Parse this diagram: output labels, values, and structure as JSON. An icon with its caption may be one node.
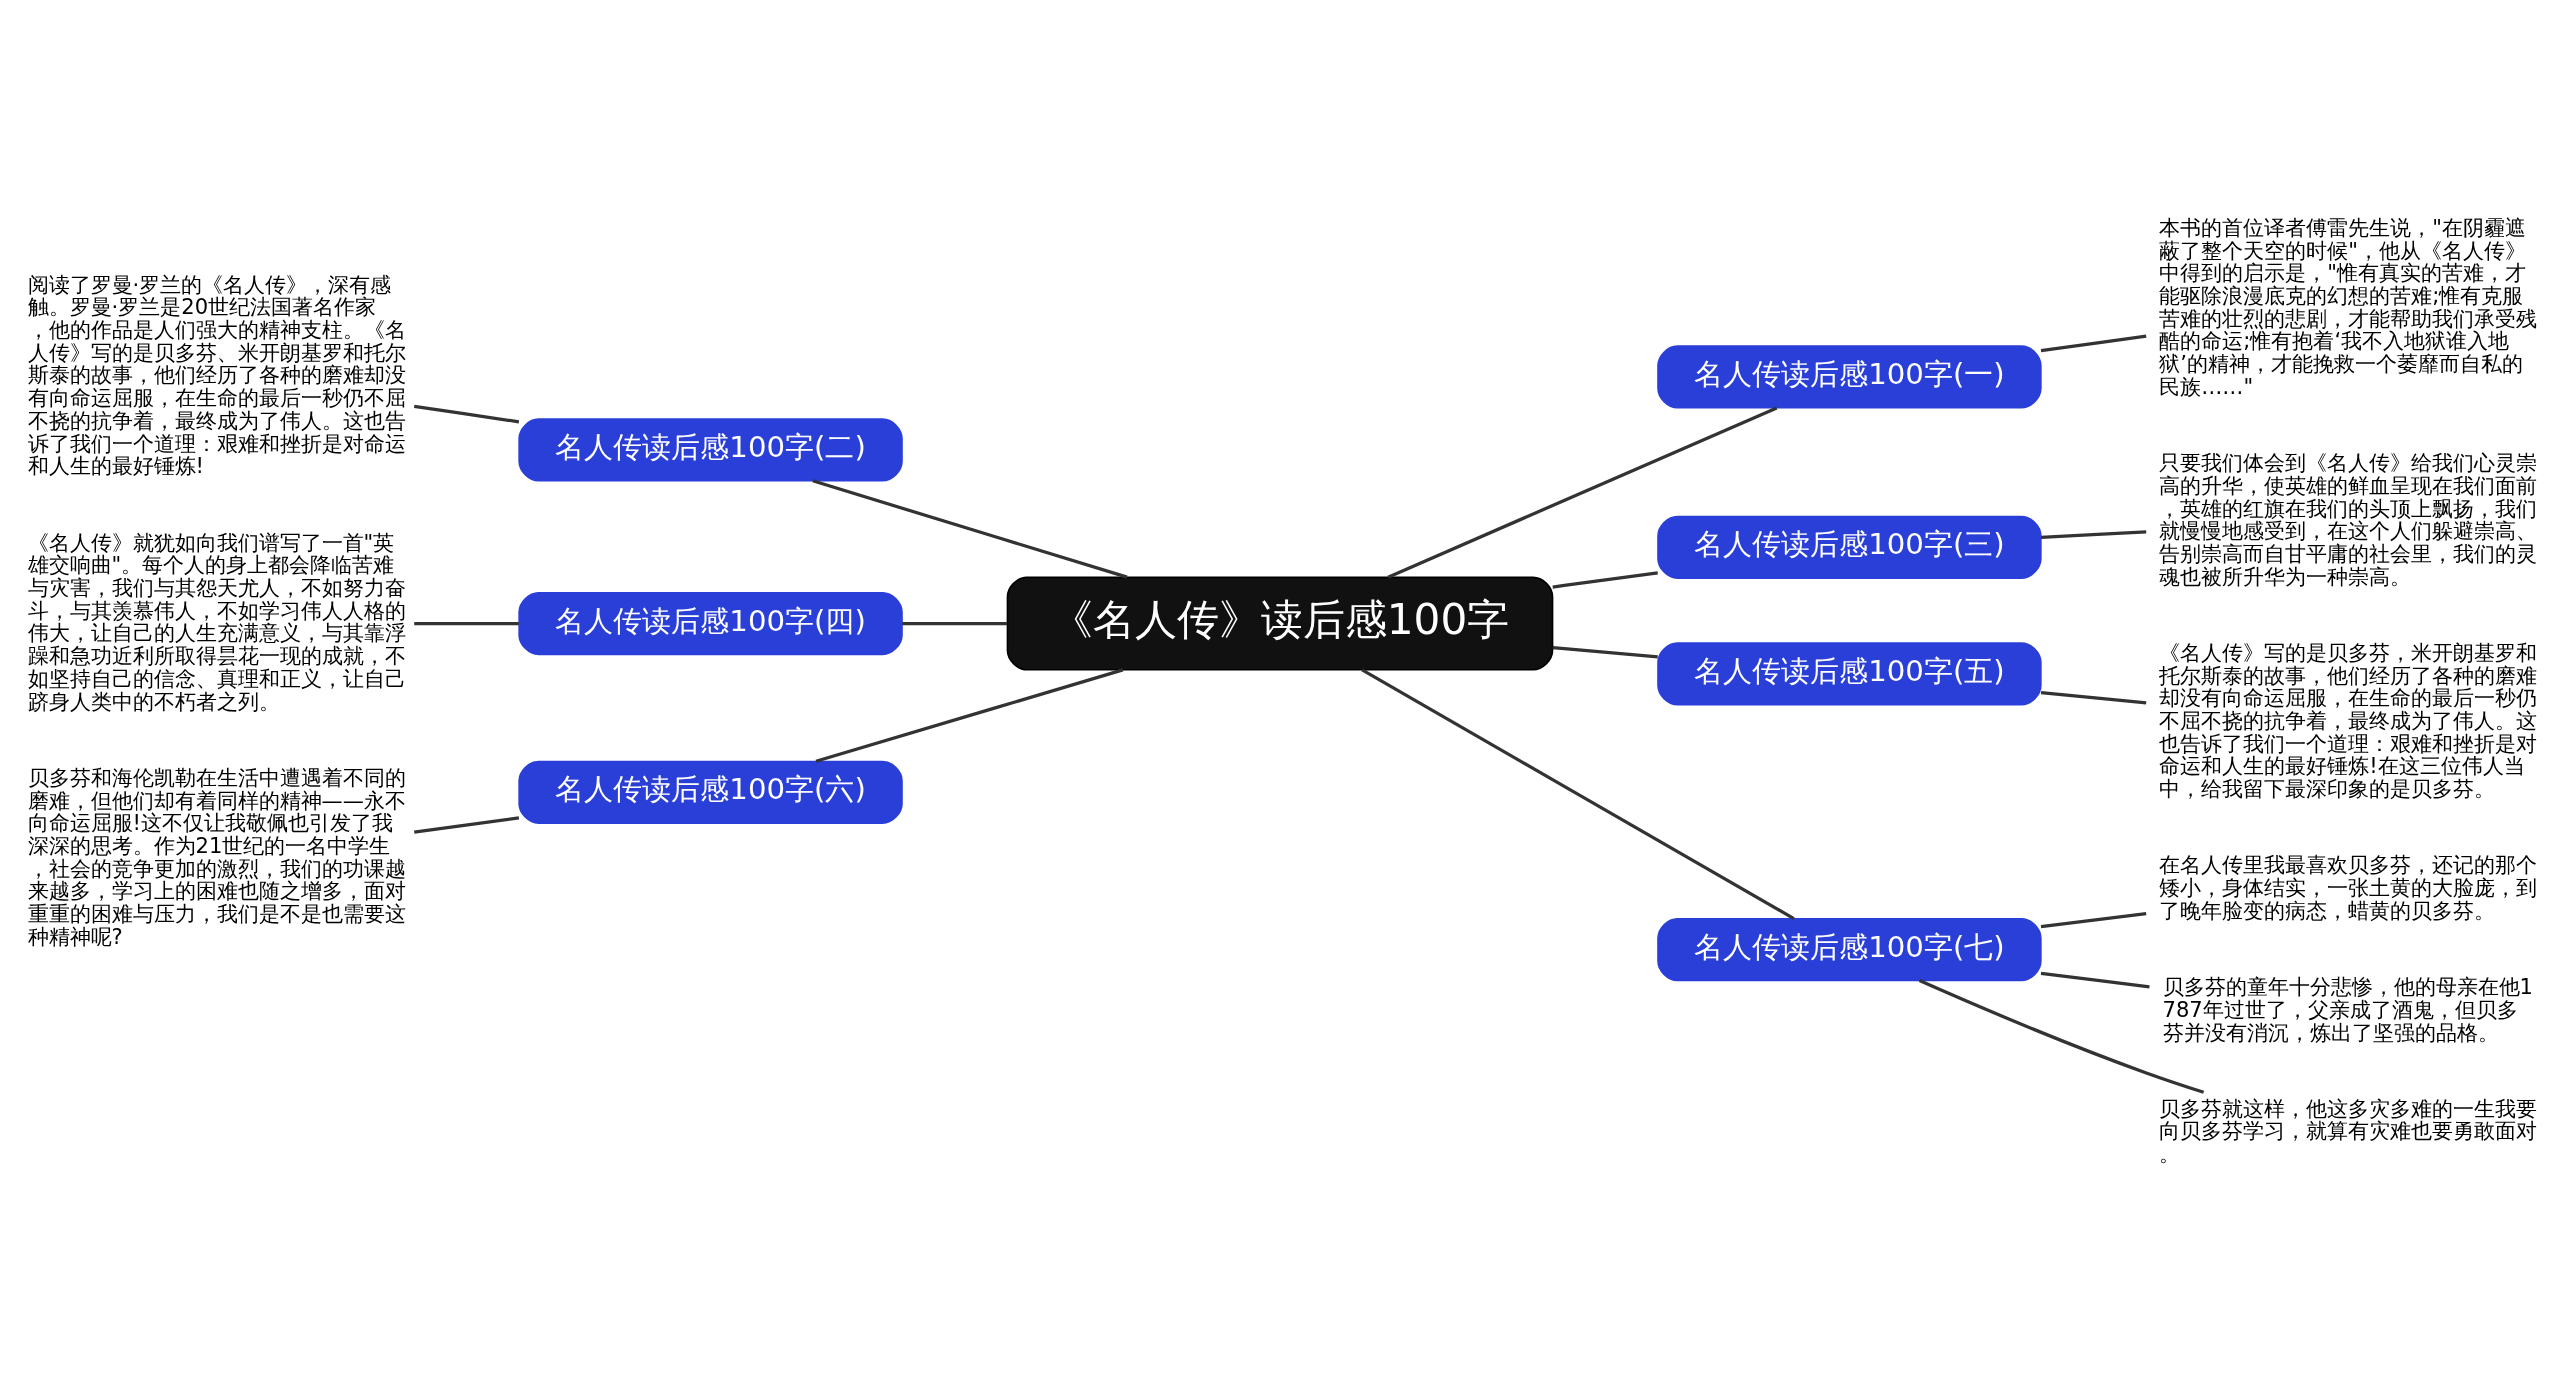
{
  "diagram": {
    "nodes": [
      {
        "text": [
          "《名人传》读后感100字"
        ]
      },
      {
        "text": [
          "名人传读后感100字(一)"
        ]
      },
      {
        "text": [
          "本书的首位译者傅雷先生说，\"在阴霾遮蔽了整个天空的时候\"，他从《名人传》中得到的启示是，\"惟有真实的苦难，才能驱除浪漫底克的幻想的苦难;惟有克服苦难的壮烈的悲剧，才能帮助我们承受残酷的命运;惟有抱着‘我不入地狱谁入地狱’的精神，才能挽救一个萎靡而自私的民族……\""
        ]
      },
      {
        "text": [
          "名人传读后感100字(二)"
        ]
      },
      {
        "text": [
          "阅读了罗曼·罗兰的《名人传》，深有感触。罗曼·罗兰是20世纪法国著名作家，他的作品是人们强大的精神支柱。《名人传》写的是贝多芬、米开朗基罗和托尔斯泰的故事，他们经历了各种的磨难却没有向命运屈服，在生命的最后一秒仍不屈不挠的抗争着，最终成为了伟人。这也告诉了我们一个道理：艰难和挫折是对命运和人生的最好锤炼!"
        ]
      },
      {
        "text": [
          "名人传读后感100字(三)"
        ]
      },
      {
        "text": [
          "只要我们体会到《名人传》给我们心灵崇高的升华，使英雄的鲜血呈现在我们面前，英雄的红旗在我们的头顶上飘扬，我们就慢慢地感受到，在这个人们躲避崇高、告别崇高而自甘平庸的社会里，我们的灵魂也被所升华为一种崇高。"
        ]
      },
      {
        "text": [
          "名人传读后感100字(四)"
        ]
      },
      {
        "text": [
          "《名人传》就犹如向我们谱写了一首\"英雄交响曲\"。每个人的身上都会降临苦难与灾害，我们与其怨天尤人，不如努力奋斗，与其羡慕伟人，不如学习伟人人格的伟大，让自己的人生充满意义，与其靠浮躁和急功近利所取得昙花一现的成就，不如坚持自己的信念、真理和正义，让自己跻身人类中的不朽者之列。"
        ]
      },
      {
        "text": [
          "名人传读后感100字(五)"
        ]
      },
      {
        "text": [
          "《名人传》写的是贝多芬，米开朗基罗和托尔斯泰的故事，他们经历了各种的磨难却没有向命运屈服，在生命的最后一秒仍不屈不挠的抗争着，最终成为了伟人。这也告诉了我们一个道理：艰难和挫折是对命运和人生的最好锤炼!在这三位伟人当中，给我留下最深印象的是贝多芬。"
        ]
      },
      {
        "text": [
          "名人传读后感100字(六)"
        ]
      },
      {
        "text": [
          "贝多芬和海伦凯勒在生活中遭遇着不同的磨难，但他们却有着同样的精神——永不向命运屈服!这不仅让我敬佩也引发了我深深的思考。作为21世纪的一名中学生，社会的竞争更加的激烈，我们的功课越来越多，学习上的困难也随之增多，面对重重的困难与压力，我们是不是也需要这种精神呢?"
        ]
      },
      {
        "text": [
          "名人传读后感100字(七)"
        ]
      },
      {
        "text": [
          "在名人传里我最喜欢贝多芬，还记的那个矮小，身体结实，一张土黄的大脸庞，到了晚年脸变的病态，蜡黄的贝多芬。"
        ]
      },
      {
        "text": [
          "贝多芬的童年十分悲惨，他的母亲在他1787年过世了，父亲成了酒鬼，但贝多芬并没有消沉，炼出了坚强的品格。"
        ]
      },
      {
        "text": [
          "贝多芬就这样，他这多灾多难的一生我要向贝多芬学习，就算有灾难也要勇敢面对。"
        ]
      }
    ],
    "edges": [
      {
        "from": 0,
        "to": 1,
        "arrow": "none"
      },
      {
        "from": 1,
        "to": 2,
        "arrow": "none"
      },
      {
        "from": 0,
        "to": 3,
        "arrow": "none"
      },
      {
        "from": 3,
        "to": 4,
        "arrow": "none"
      },
      {
        "from": 0,
        "to": 5,
        "arrow": "none"
      },
      {
        "from": 5,
        "to": 6,
        "arrow": "none"
      },
      {
        "from": 0,
        "to": 7,
        "arrow": "none"
      },
      {
        "from": 7,
        "to": 8,
        "arrow": "none"
      },
      {
        "from": 0,
        "to": 9,
        "arrow": "none"
      },
      {
        "from": 9,
        "to": 10,
        "arrow": "none"
      },
      {
        "from": 0,
        "to": 11,
        "arrow": "none"
      },
      {
        "from": 11,
        "to": 12,
        "arrow": "none"
      },
      {
        "from": 0,
        "to": 13,
        "arrow": "none"
      },
      {
        "from": 13,
        "to": 14,
        "arrow": "none"
      },
      {
        "from": 13,
        "to": 15,
        "arrow": "none"
      },
      {
        "from": 13,
        "to": 16,
        "arrow": "none"
      }
    ]
  }
}
